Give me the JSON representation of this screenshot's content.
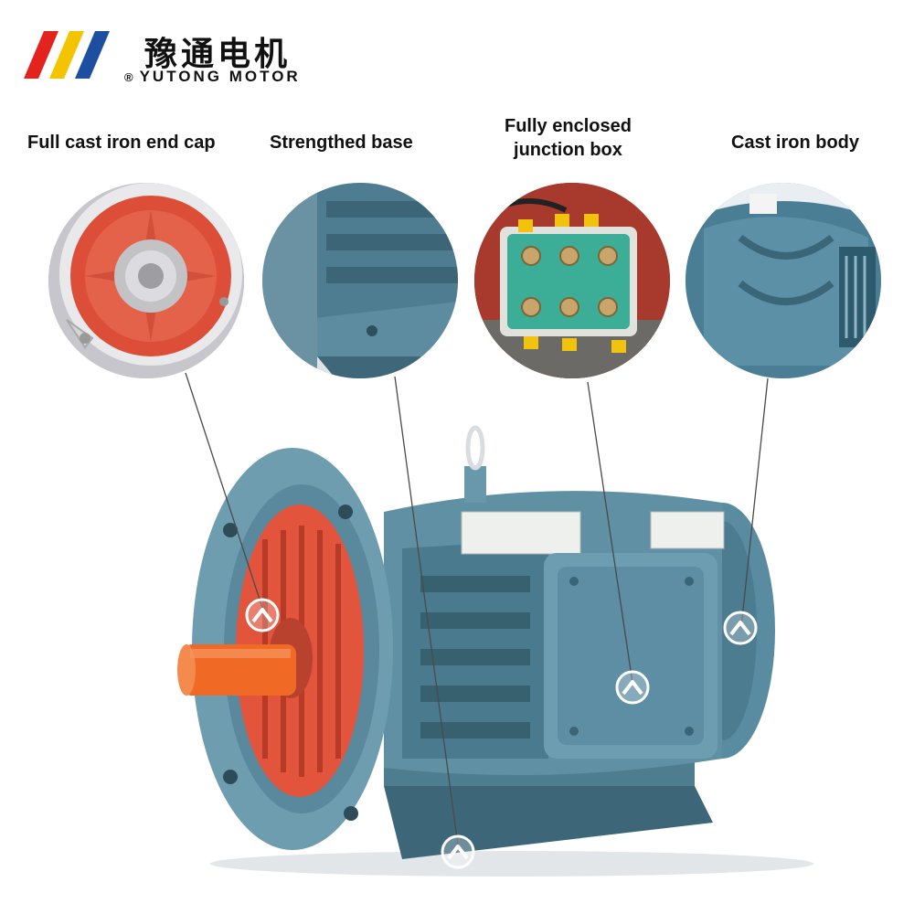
{
  "brand": {
    "name_cn": "豫通电机",
    "name_en": "YUTONG MOTOR",
    "registered_mark": "®",
    "colors": {
      "red": "#e3231e",
      "yellow": "#f5c400",
      "blue": "#1d4fa0"
    }
  },
  "features": [
    {
      "label": "Full cast iron end cap",
      "icon": "end-cap-icon"
    },
    {
      "label": "Strengthed base",
      "icon": "base-icon"
    },
    {
      "label_line1": "Fully enclosed",
      "label_line2": "junction box",
      "icon": "junction-box-icon"
    },
    {
      "label": "Cast iron body",
      "icon": "body-icon"
    }
  ],
  "marker_icon": "chevron-up-icon",
  "colors": {
    "motor_body": "#5e8ea2",
    "motor_dark": "#3f6a7d",
    "end_cap_red": "#e2553c",
    "shaft_orange": "#f06a26"
  }
}
